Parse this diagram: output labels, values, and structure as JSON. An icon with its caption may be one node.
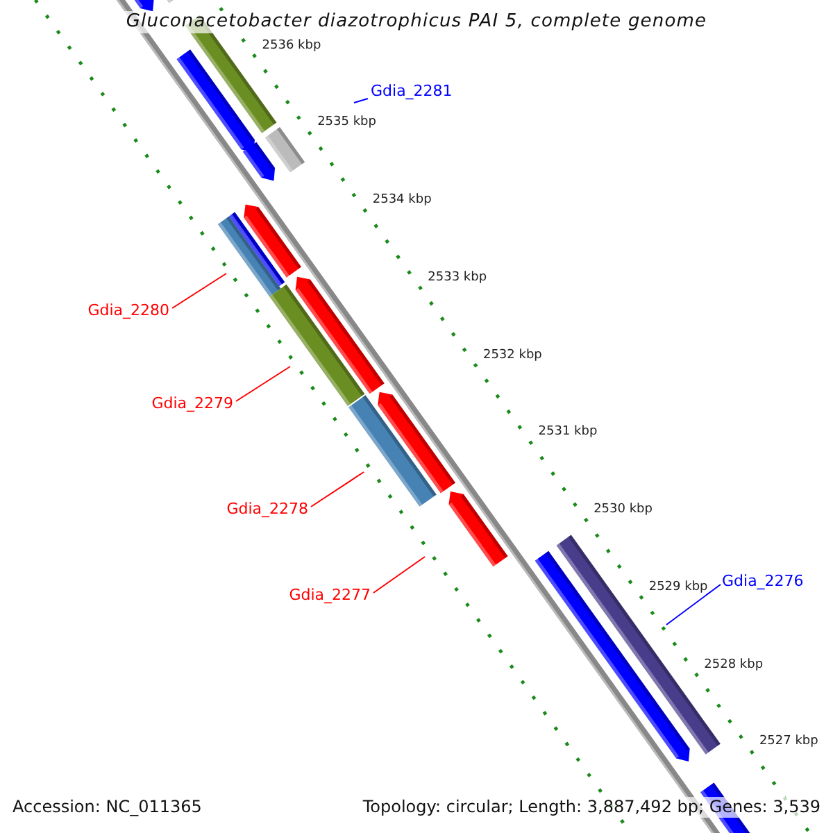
{
  "diagram": {
    "title": "Gluconacetobacter diazotrophicus PAI 5, complete genome",
    "nodes": [
      {
        "text": [
          "Gdia_2281"
        ]
      },
      {
        "text": [
          "Gdia_2280"
        ]
      },
      {
        "text": [
          "Gdia_2279"
        ]
      },
      {
        "text": [
          "Gdia_2278"
        ]
      },
      {
        "text": [
          "Gdia_2276"
        ]
      },
      {
        "text": [
          "Gdia_2277"
        ]
      }
    ],
    "edges": [
      {
        "from": 0,
        "to": null,
        "arrow": "none",
        "color": "#0000ff"
      },
      {
        "from": 1,
        "to": null,
        "arrow": "none"
      },
      {
        "from": 2,
        "to": null,
        "arrow": "none"
      },
      {
        "from": 3,
        "to": null,
        "arrow": "none"
      },
      {
        "from": 4,
        "to": null,
        "arrow": "none",
        "color": "#0000ff"
      },
      {
        "from": 5,
        "to": null,
        "arrow": "none"
      }
    ],
    "labels": [
      "2536 kbp",
      "2535 kbp",
      "2534 kbp",
      "2533 kbp",
      "2532 kbp",
      "2531 kbp",
      "2530 kbp",
      "2529 kbp",
      "2528 kbp",
      "2527 kbp",
      "Accession: NC_011365",
      "Topology: circular; Length: 3,887,492 bp; Genes: 3,539"
    ]
  }
}
